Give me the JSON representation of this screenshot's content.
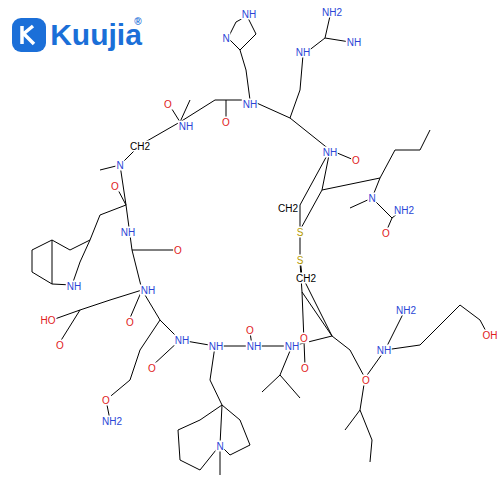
{
  "diagram": {
    "labels": [
      "Kuujia",
      "®",
      "NH",
      "N",
      "NH2",
      "NH",
      "NH",
      "NH",
      "O",
      "O",
      "NH",
      "N",
      "CH2",
      "O",
      "NH",
      "NH",
      "O",
      "HO",
      "O",
      "NH",
      "O",
      "O",
      "NH2",
      "NH",
      "O",
      "NH",
      "N",
      "NH",
      "O",
      "O",
      "NH",
      "S",
      "S",
      "CH2",
      "CH2",
      "O",
      "N",
      "NH2",
      "O",
      "NH",
      "O",
      "NH2",
      "NH",
      "O",
      "OH"
    ]
  }
}
